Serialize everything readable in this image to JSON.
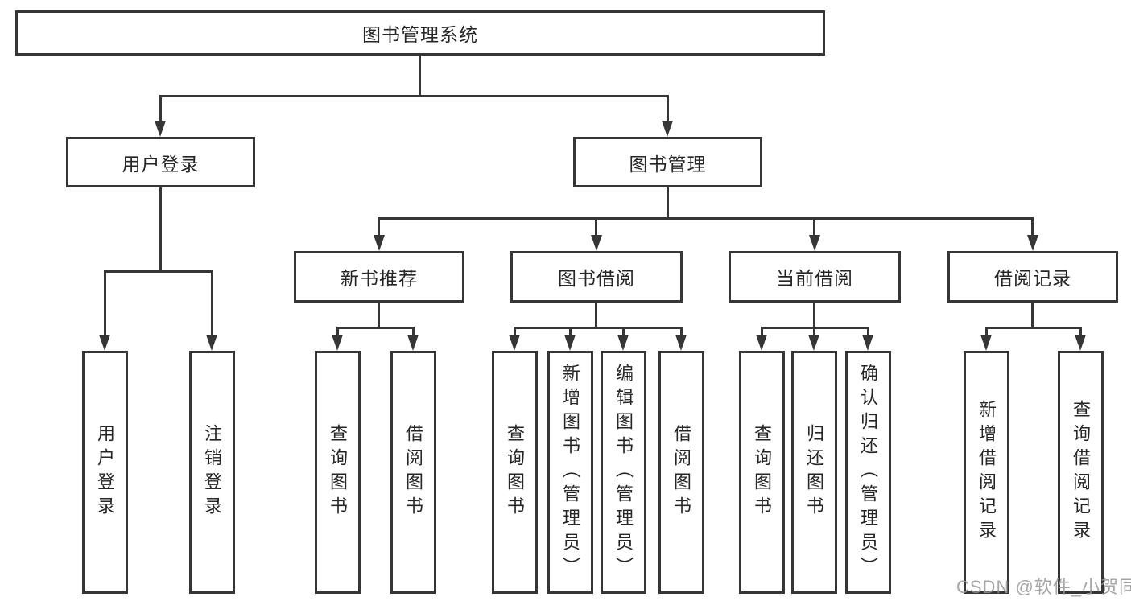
{
  "diagram": {
    "root": {
      "label": "图书管理系统"
    },
    "branches": [
      {
        "label": "用户登录"
      },
      {
        "label": "图书管理"
      }
    ],
    "modules": [
      {
        "label": "新书推荐"
      },
      {
        "label": "图书借阅"
      },
      {
        "label": "当前借阅"
      },
      {
        "label": "借阅记录"
      }
    ],
    "leaves": {
      "user_login": [
        "用户登录",
        "注销登录"
      ],
      "new_book": [
        "查询图书",
        "借阅图书"
      ],
      "book_borrow": [
        "查询图书",
        "新增图书（管理员）",
        "编辑图书（管理员）",
        "借阅图书"
      ],
      "current_borrow": [
        "查询图书",
        "归还图书",
        "确认归还（管理员）"
      ],
      "borrow_record": [
        "新增借阅记录",
        "查询借阅记录"
      ]
    },
    "watermark": "CSDN @软件_小贺同学",
    "colors": {
      "line": "#363636",
      "text": "#262626",
      "watermark": "#969696",
      "background": "#ffffff"
    }
  }
}
